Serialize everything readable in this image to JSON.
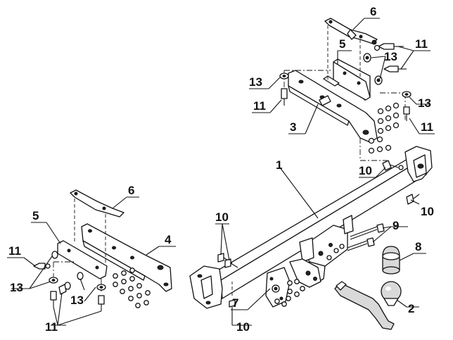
{
  "labels": {
    "l1": "1",
    "l2": "2",
    "l3": "3",
    "l4": "4",
    "l5a": "5",
    "l5b": "5",
    "l6a": "6",
    "l6b": "6",
    "l7": "7",
    "l8": "8",
    "l9": "9",
    "l10a": "10",
    "l10b": "10",
    "l10c": "10",
    "l10d": "10",
    "l11a": "11",
    "l11b": "11",
    "l11c": "11",
    "l11d": "11",
    "l11e": "11",
    "l13a": "13",
    "l13b": "13",
    "l13c": "13",
    "l13d": "13",
    "l13e": "13"
  },
  "colors": {
    "ink": "#111111",
    "fill": "#ffffff",
    "shade": "#d9d9d9"
  }
}
